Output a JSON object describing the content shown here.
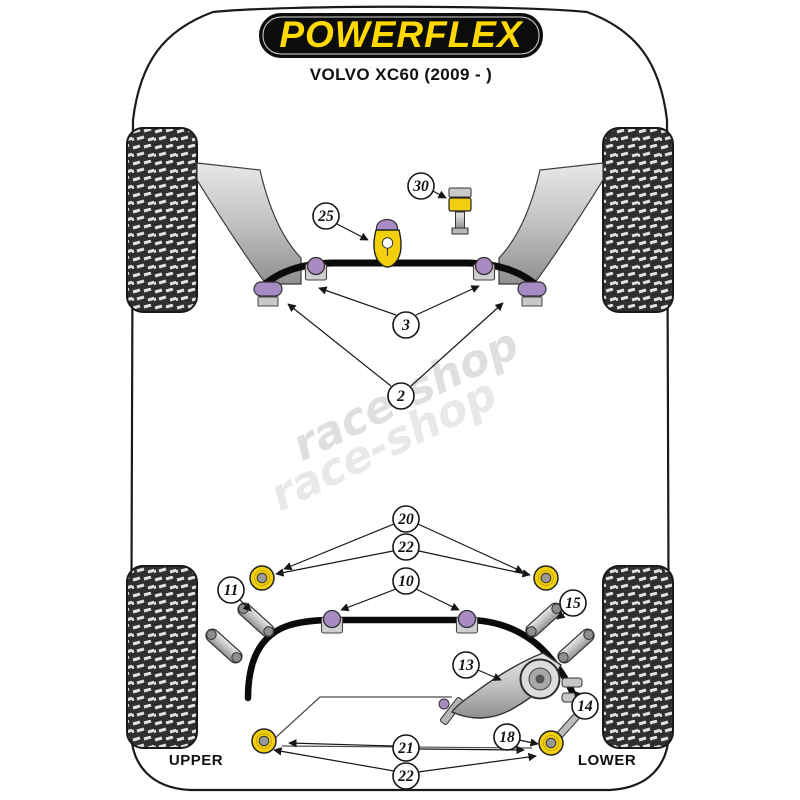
{
  "header": {
    "brand": "POWERFLEX",
    "model": "VOLVO XC60 (2009 - )"
  },
  "watermark": {
    "text1": "race-shop",
    "text2": "race-shop"
  },
  "labels": {
    "upper": "UPPER",
    "lower": "LOWER"
  },
  "callouts": {
    "front": {
      "c30": "30",
      "c25": "25",
      "c3": "3",
      "c2": "2"
    },
    "rear": {
      "c20": "20",
      "c22_top": "22",
      "c11": "11",
      "c10": "10",
      "c15": "15",
      "c13": "13",
      "c14": "14",
      "c18": "18",
      "c21": "21",
      "c22_bottom": "22"
    }
  },
  "colors": {
    "brand_yellow": "#FFD900",
    "banner_black": "#0c0c0c",
    "bushing_purple": "#A98BC4",
    "part_yellow": "#F2CF0C",
    "metal_gray": "#C9C9C9",
    "tread_dark": "#2F2F2F",
    "watermark_gray": "#C6C6C6"
  }
}
